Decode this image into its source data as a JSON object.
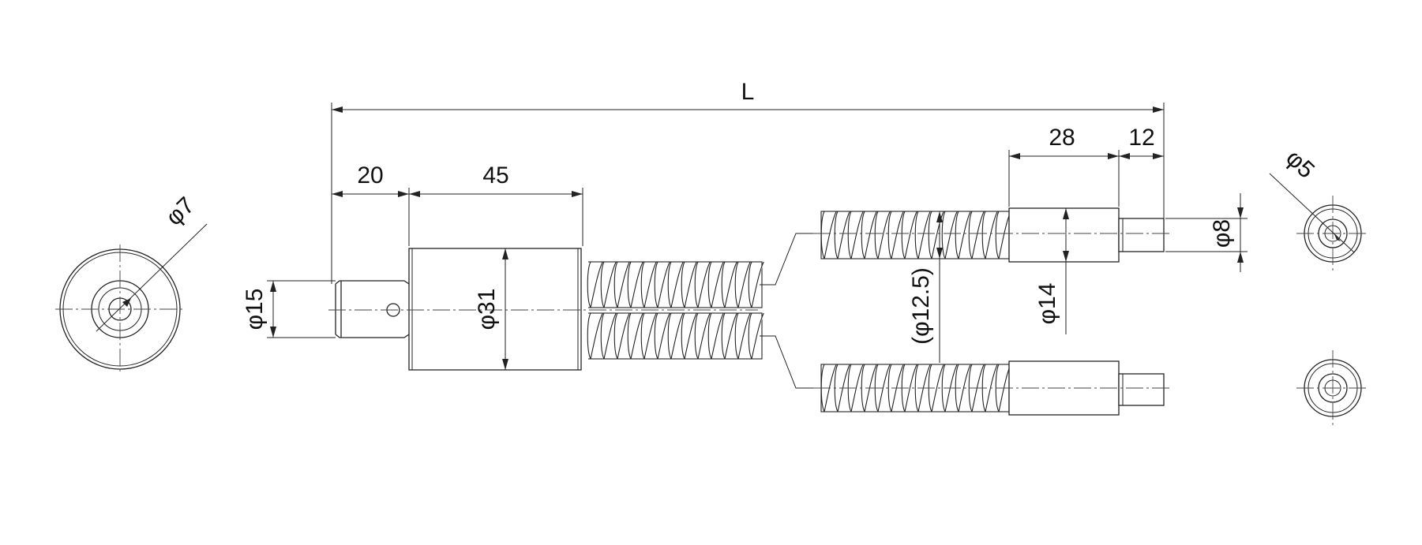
{
  "drawing": {
    "dimensions": {
      "overall_length": "L",
      "head_length": "20",
      "body_length": "45",
      "ferrule_length": "28",
      "tip_length": "12",
      "tip_dia": "φ8",
      "ferrule_dia": "φ14",
      "sheath_dia": "(φ12.5)",
      "head_dia": "φ15",
      "body_dia": "φ31",
      "left_view_dia": "φ7",
      "right_view_dia": "φ5"
    }
  }
}
